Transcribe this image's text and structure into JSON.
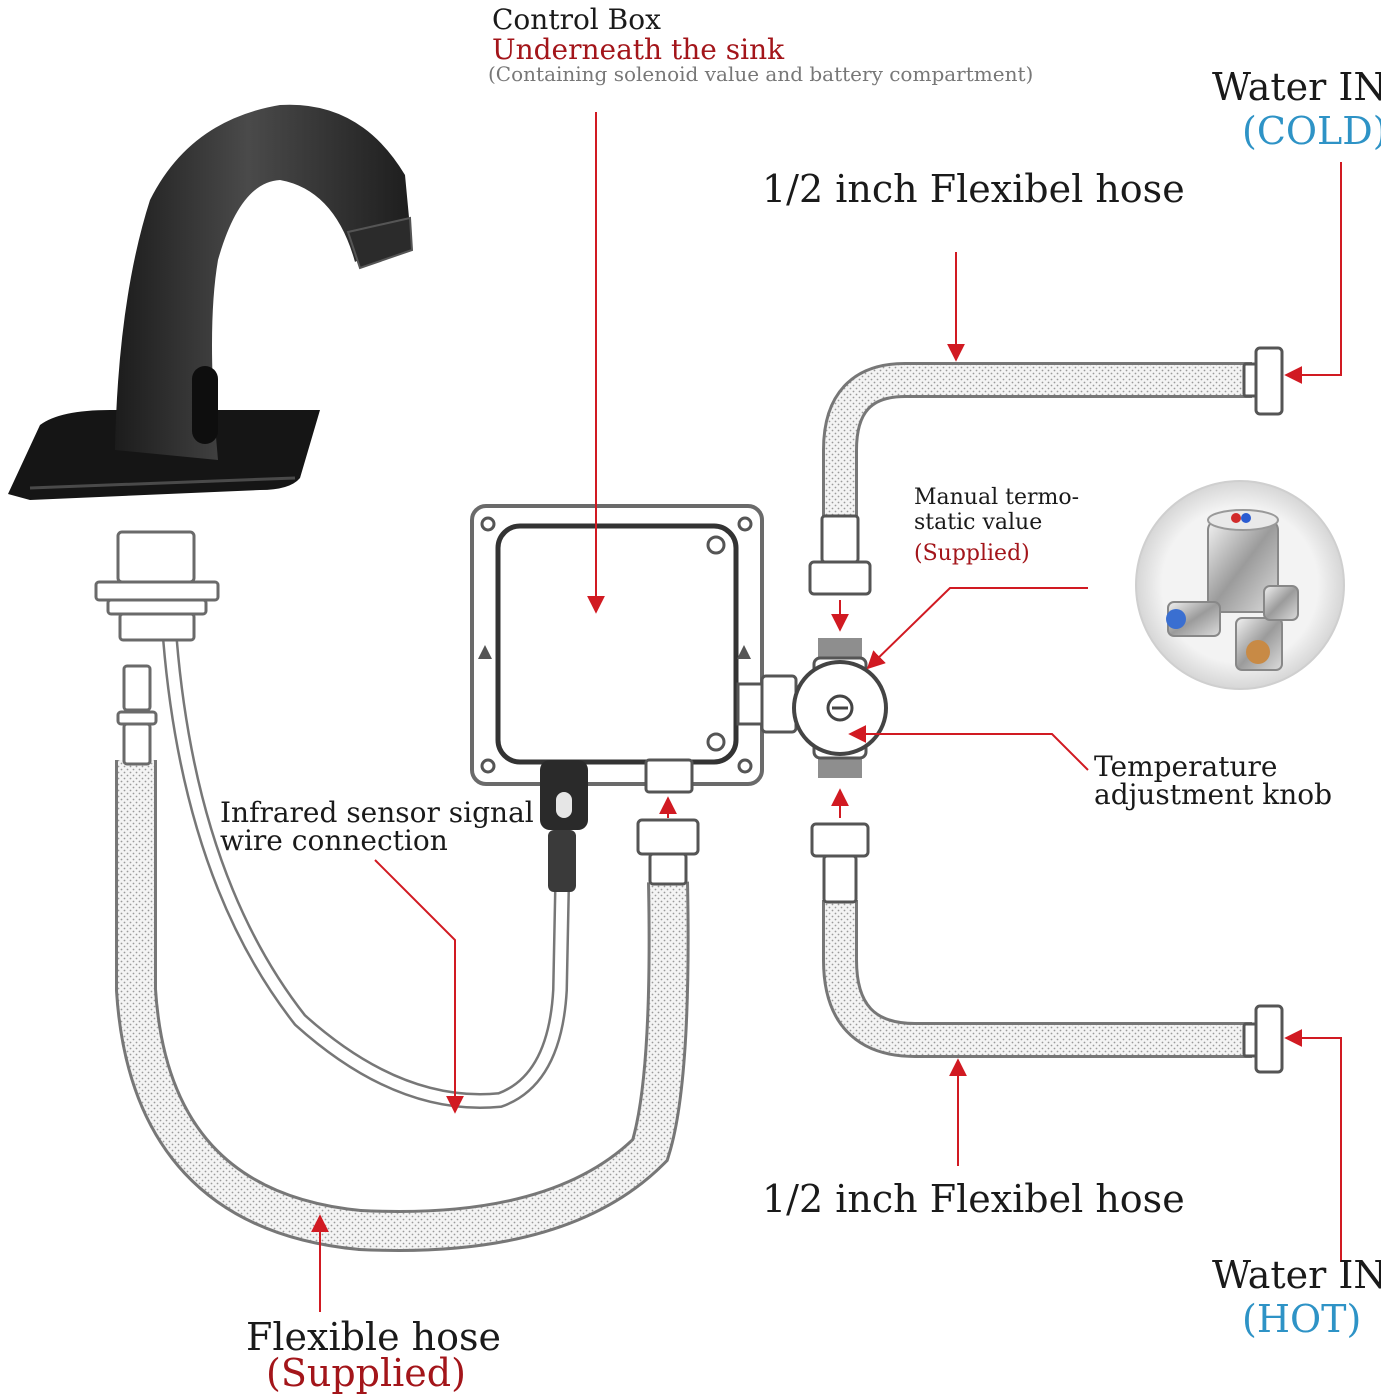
{
  "labels": {
    "control_box": {
      "title": "Control Box",
      "location": "Underneath the sink",
      "note": "(Containing solenoid value and battery compartment)"
    },
    "water_in_cold": {
      "title": "Water IN",
      "sub": "(COLD)"
    },
    "water_in_hot": {
      "title": "Water IN",
      "sub": "(HOT)"
    },
    "hose_top": "1/2 inch Flexibel hose",
    "hose_bottom": "1/2 inch Flexibel hose",
    "thermostatic_valve": {
      "line1": "Manual termo-",
      "line2": "static value",
      "sub": "(Supplied)"
    },
    "temperature_knob": {
      "line1": "Temperature",
      "line2": "adjustment knob"
    },
    "sensor_wire": {
      "line1": "Infrared sensor signal",
      "line2": "wire connection"
    },
    "flexible_hose": {
      "title": "Flexible hose",
      "sub": "(Supplied)"
    }
  },
  "colors": {
    "arrow": "#d11a22",
    "label_red": "#a3151a",
    "label_blue": "#2e93c6",
    "faucet": "#2a2a2a",
    "hose": "#8a8a8a"
  }
}
